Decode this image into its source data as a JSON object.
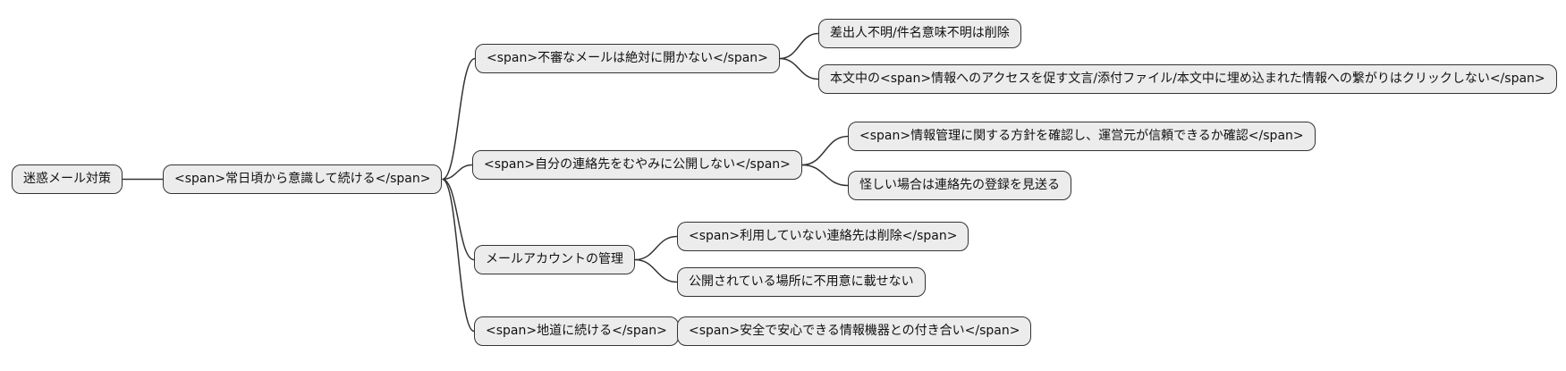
{
  "diagram": {
    "type": "mindmap",
    "background_color": "#ffffff",
    "node_fill": "#ececec",
    "node_border_color": "#333333",
    "edge_color": "#333333",
    "text_color": "#111111",
    "nodes": [
      {
        "id": "root",
        "label": "迷惑メール対策"
      },
      {
        "id": "n1",
        "label": "<span>常日頃から意識して続ける</span>"
      },
      {
        "id": "b1",
        "label": "<span>不審なメールは絶対に開かない</span>"
      },
      {
        "id": "c1a",
        "label": "差出人不明/件名意味不明は削除"
      },
      {
        "id": "c1b",
        "label": "本文中の<span>情報へのアクセスを促す文言/添付ファイル/本文中に埋め込まれた情報への繋がりはクリックしない</span>"
      },
      {
        "id": "b2",
        "label": "<span>自分の連絡先をむやみに公開しない</span>"
      },
      {
        "id": "c2a",
        "label": "<span>情報管理に関する方針を確認し、運営元が信頼できるか確認</span>"
      },
      {
        "id": "c2b",
        "label": "怪しい場合は連絡先の登録を見送る"
      },
      {
        "id": "b3",
        "label": "メールアカウントの管理"
      },
      {
        "id": "c3a",
        "label": "<span>利用していない連絡先は削除</span>"
      },
      {
        "id": "c3b",
        "label": "公開されている場所に不用意に載せない"
      },
      {
        "id": "b4",
        "label": "<span>地道に続ける</span>"
      },
      {
        "id": "c4a",
        "label": "<span>安全で安心できる情報機器との付き合い</span>"
      }
    ],
    "edges": [
      [
        "root",
        "n1"
      ],
      [
        "n1",
        "b1"
      ],
      [
        "n1",
        "b2"
      ],
      [
        "n1",
        "b3"
      ],
      [
        "n1",
        "b4"
      ],
      [
        "b1",
        "c1a"
      ],
      [
        "b1",
        "c1b"
      ],
      [
        "b2",
        "c2a"
      ],
      [
        "b2",
        "c2b"
      ],
      [
        "b3",
        "c3a"
      ],
      [
        "b3",
        "c3b"
      ],
      [
        "b4",
        "c4a"
      ]
    ]
  }
}
